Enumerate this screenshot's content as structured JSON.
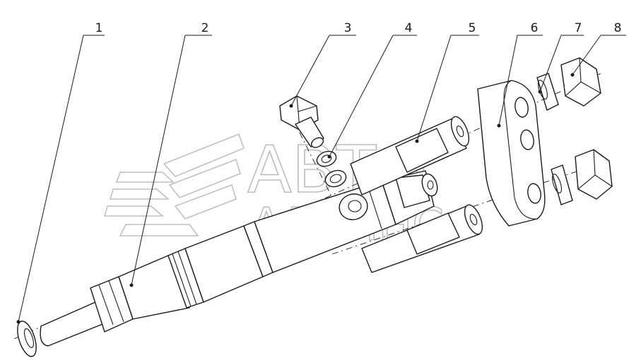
{
  "diagram": {
    "callouts": [
      {
        "id": "part-1",
        "label": "1"
      },
      {
        "id": "part-2",
        "label": "2"
      },
      {
        "id": "part-3",
        "label": "3"
      },
      {
        "id": "part-4",
        "label": "4"
      },
      {
        "id": "part-5",
        "label": "5"
      },
      {
        "id": "part-6",
        "label": "6"
      },
      {
        "id": "part-7",
        "label": "7"
      },
      {
        "id": "part-8",
        "label": "8"
      }
    ]
  },
  "watermark": {
    "line1": "АВТО",
    "line2": "АЛЬЯНС",
    "color": "#bdbdbd"
  }
}
